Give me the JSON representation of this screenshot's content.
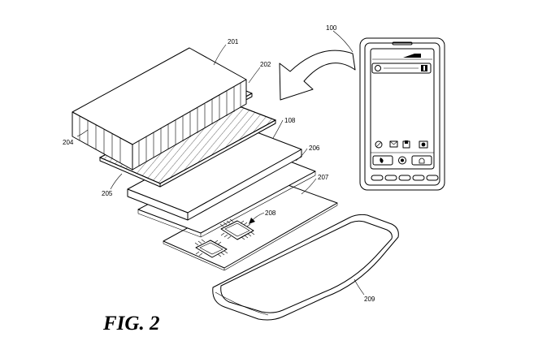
{
  "figure": {
    "caption": "FIG. 2",
    "labels": {
      "device": "100",
      "layer_201": "201",
      "layer_202": "202",
      "layer_204": "204",
      "layer_205": "205",
      "layer_108": "108",
      "layer_206": "206",
      "layer_207": "207",
      "chips_208": "208",
      "bezel_209": "209"
    }
  },
  "icons": [
    "flip-arrow",
    "phone",
    "status-bar",
    "search-bar",
    "home-icons",
    "softkeys",
    "chip",
    "bezel"
  ]
}
